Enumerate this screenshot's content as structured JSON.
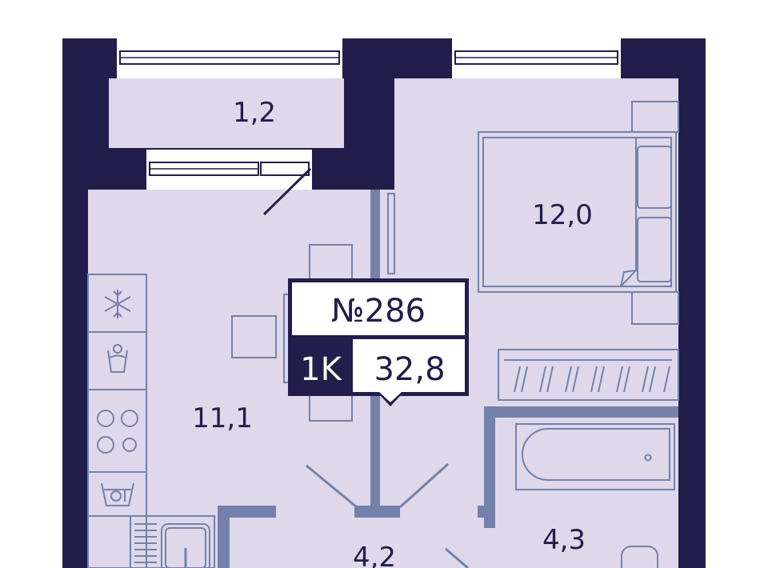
{
  "plan": {
    "apartment_number": "№286",
    "type": "1K",
    "total_area": "32,8",
    "rooms": [
      {
        "name": "balcony",
        "area": "1,2"
      },
      {
        "name": "bedroom",
        "area": "12,0"
      },
      {
        "name": "kitchen-living",
        "area": "11,1"
      },
      {
        "name": "hallway",
        "area": "4,2"
      },
      {
        "name": "bathroom",
        "area": "4,3"
      }
    ]
  },
  "colors": {
    "wall": "#221d4a",
    "floor": "#dfd8ea",
    "line": "#7381ab",
    "badge_bg": "#ffffff"
  },
  "icons": [
    "snowflake-icon",
    "washing-icon",
    "stove-icon",
    "dishwasher-icon",
    "sink-icon"
  ]
}
